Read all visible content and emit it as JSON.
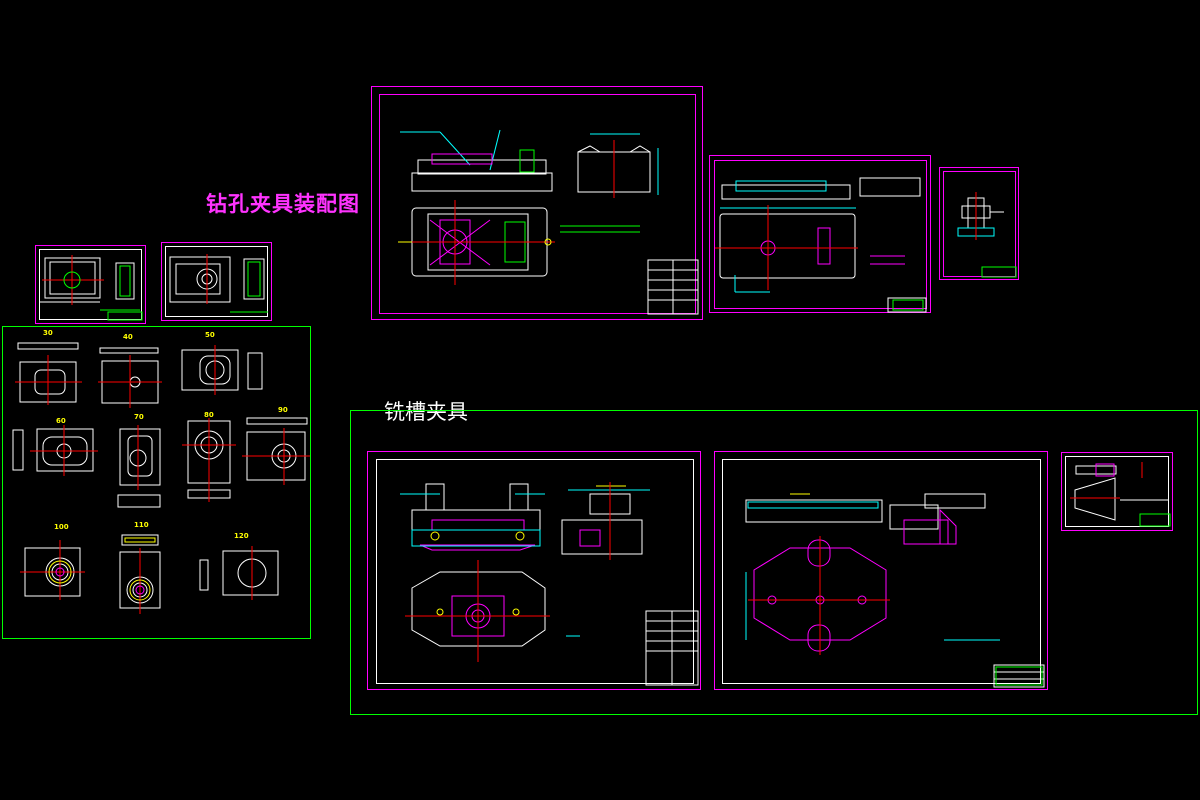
{
  "canvas": {
    "background": "#000000"
  },
  "colors": {
    "magenta": "#ff00ff",
    "green": "#00ff00",
    "white": "#ffffff",
    "yellow": "#ffff00",
    "red": "#ff0000",
    "cyan": "#00ffff",
    "blue": "#3333ff"
  },
  "headings": {
    "drill_fixture": "钻孔夹具装配图",
    "slot_fixture": "铣槽夹具"
  },
  "part_sheet_numbers": [
    "30",
    "40",
    "50",
    "60",
    "70",
    "80",
    "90",
    "100",
    "110",
    "120"
  ]
}
